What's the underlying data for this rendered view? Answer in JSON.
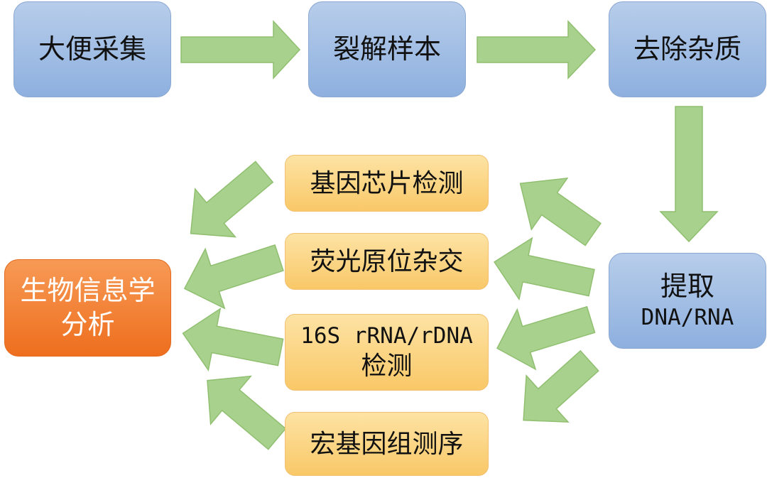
{
  "steps": {
    "collect": "大便采集",
    "lyse": "裂解样本",
    "purify": "去除杂质",
    "extract_line1": "提取",
    "extract_line2": "DNA/RNA"
  },
  "methods": {
    "microarray": "基因芯片检测",
    "fish": "荧光原位杂交",
    "rrna_line1": "16S rRNA/rDNA",
    "rrna_line2": "检测",
    "metagenome": "宏基因组测序"
  },
  "result": {
    "line1": "生物信息学",
    "line2": "分析"
  },
  "colors": {
    "arrow_fill": "#a9d18e",
    "arrow_stroke": "#8fbf6f",
    "step_box": "#9dbbe4",
    "method_box": "#fbd37f",
    "result_box": "#f0782a"
  }
}
